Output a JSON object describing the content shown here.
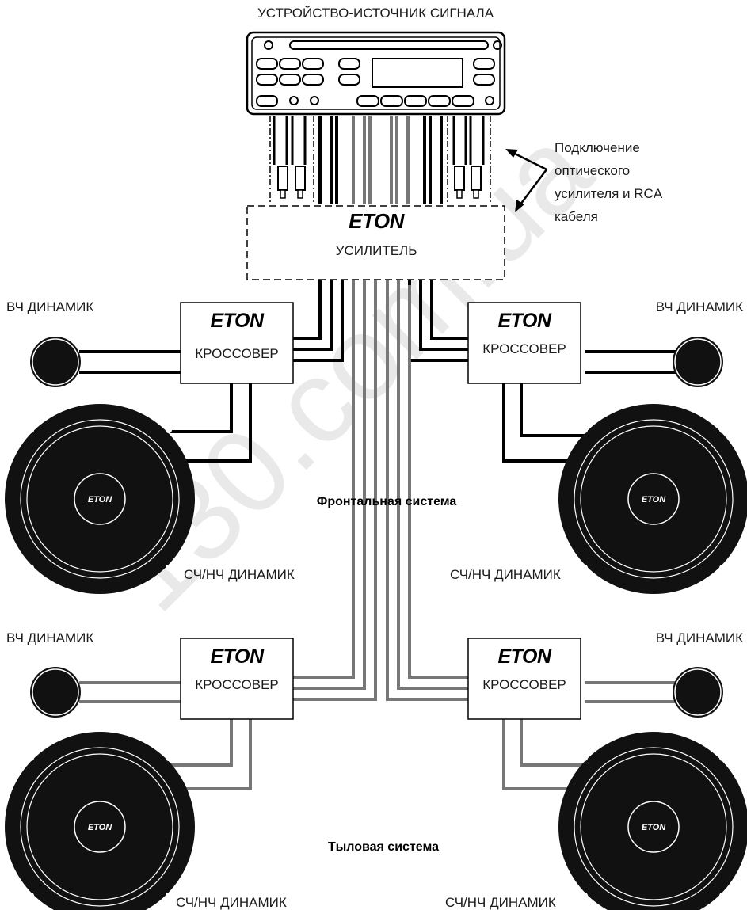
{
  "title": "УСТРОЙСТВО-ИСТОЧНИК СИГНАЛА",
  "amplifier": {
    "brand": "ETON",
    "label": "УСИЛИТЕЛЬ"
  },
  "note": {
    "lines": [
      "Подключение",
      "оптического",
      "усилителя и RCA",
      "кабеля"
    ]
  },
  "crossover_label": "КРОССОВЕР",
  "brand": "ETON",
  "tweeter_label": "ВЧ ДИНАМИК",
  "woofer_label": "СЧ/НЧ ДИНАМИК",
  "front_system_label": "Фронтальная система",
  "rear_system_label": "Тыловая система",
  "watermark": "130.com.ua",
  "colors": {
    "front_wire": "#000000",
    "rear_wire": "#777777",
    "speaker": "#111111"
  }
}
